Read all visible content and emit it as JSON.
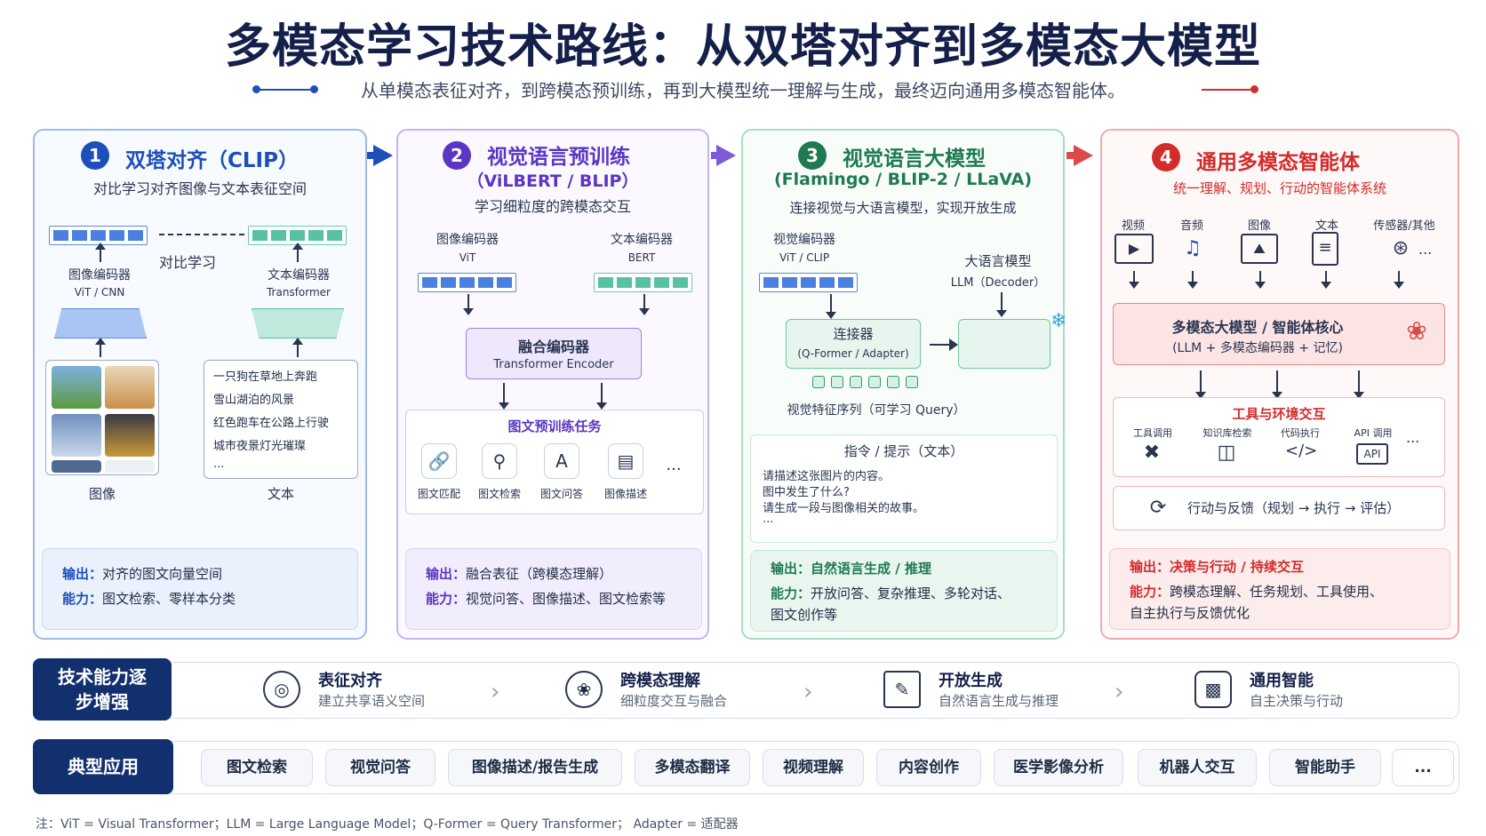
{
  "title": "多模态学习技术路线：从双塔对齐到多模态大模型",
  "subtitle": "从单模态表征对齐，到跨模态预训练，再到大模型统一理解与生成，最终迈向通用多模态智能体。",
  "colors": {
    "blue": "#1d4fb8",
    "purple": "#5b35c4",
    "green": "#1f7a52",
    "red": "#d42b2b",
    "navy": "#13306e"
  },
  "stage1": {
    "num": "1",
    "title": "双塔对齐（CLIP）",
    "sub": "对比学习对齐图像与文本表征空间",
    "contrast": "对比学习",
    "img_enc": "图像编码器",
    "img_enc_sub": "ViT / CNN",
    "txt_enc": "文本编码器",
    "txt_enc_sub": "Transformer",
    "texts": [
      "一只狗在草地上奔跑",
      "雪山湖泊的风景",
      "红色跑车在公路上行驶",
      "城市夜景灯光璀璨",
      "..."
    ],
    "img_label": "图像",
    "txt_label": "文本",
    "out_k": "输出：",
    "out_v": "对齐的图文向量空间",
    "cap_k": "能力：",
    "cap_v": "图文检索、零样本分类"
  },
  "stage2": {
    "num": "2",
    "title": "视觉语言预训练",
    "title2": "（ViLBERT / BLIP）",
    "sub": "学习细粒度的跨模态交互",
    "img_enc": "图像编码器",
    "img_enc_sub": "ViT",
    "txt_enc": "文本编码器",
    "txt_enc_sub": "BERT",
    "fusion": "融合编码器",
    "fusion_sub": "Transformer Encoder",
    "task_title": "图文预训练任务",
    "tasks": [
      "图文匹配",
      "图文检索",
      "图文问答",
      "图像描述"
    ],
    "more": "...",
    "out_k": "输出：",
    "out_v": "融合表征（跨模态理解）",
    "cap_k": "能力：",
    "cap_v": "视觉问答、图像描述、图文检索等"
  },
  "stage3": {
    "num": "3",
    "title": "视觉语言大模型",
    "title2": "(Flamingo / BLIP-2 / LLaVA)",
    "sub": "连接视觉与大语言模型，实现开放生成",
    "vis_enc": "视觉编码器",
    "vis_enc_sub": "ViT / CLIP",
    "llm": "大语言模型",
    "llm_sub": "LLM（Decoder）",
    "conn": "连接器",
    "conn_sub": "(Q-Former / Adapter)",
    "seq": "视觉特征序列（可学习 Query）",
    "prompt_title": "指令 / 提示（文本）",
    "prompts": [
      "请描述这张图片的内容。",
      "图中发生了什么?",
      "请生成一段与图像相关的故事。",
      "..."
    ],
    "out_k": "输出：",
    "out_v": "自然语言生成 / 推理",
    "cap_k": "能力：",
    "cap_v": "开放问答、复杂推理、多轮对话、",
    "cap_v2": "图文创作等"
  },
  "stage4": {
    "num": "4",
    "title": "通用多模态智能体",
    "sub": "统一理解、规划、行动的智能体系统",
    "inputs": [
      "视频",
      "音频",
      "图像",
      "文本",
      "传感器/其他"
    ],
    "more": "...",
    "core": "多模态大模型 / 智能体核心",
    "core_sub": "(LLM + 多模态编码器 + 记忆)",
    "tools_title": "工具与环境交互",
    "tools": [
      "工具调用",
      "知识库检索",
      "代码执行",
      "API 调用"
    ],
    "api": "API",
    "action": "行动与反馈（规划 → 执行 → 评估）",
    "out_k": "输出：",
    "out_v": "决策与行动 / 持续交互",
    "cap_k": "能力：",
    "cap_v": "跨模态理解、任务规划、工具使用、",
    "cap_v2": "自主执行与反馈优化"
  },
  "capability": {
    "label": "技术能力逐步增强",
    "items": [
      {
        "t": "表征对齐",
        "d": "建立共享语义空间"
      },
      {
        "t": "跨模态理解",
        "d": "细粒度交互与融合"
      },
      {
        "t": "开放生成",
        "d": "自然语言生成与推理"
      },
      {
        "t": "通用智能",
        "d": "自主决策与行动"
      }
    ]
  },
  "apps": {
    "label": "典型应用",
    "items": [
      "图文检索",
      "视觉问答",
      "图像描述/报告生成",
      "多模态翻译",
      "视频理解",
      "内容创作",
      "医学影像分析",
      "机器人交互",
      "智能助手",
      "..."
    ]
  },
  "note": "注：ViT = Visual Transformer；LLM = Large Language Model；Q-Former = Query Transformer；  Adapter =  适配器"
}
